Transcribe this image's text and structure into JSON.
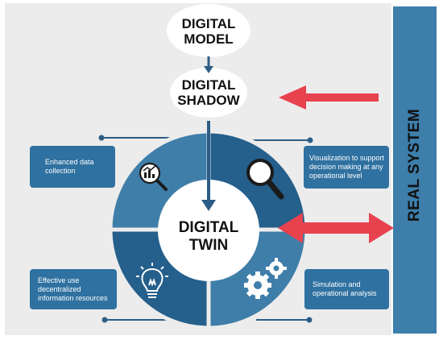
{
  "real_system": {
    "label": "REAL SYSTEM"
  },
  "stages": {
    "digital_model": {
      "line1": "DIGITAL",
      "line2": "MODEL"
    },
    "digital_shadow": {
      "line1": "DIGITAL",
      "line2": "SHADOW"
    },
    "digital_twin": {
      "line1": "DIGITAL",
      "line2": "TWIN"
    }
  },
  "boxes": {
    "top_left": "Enhanced data collection",
    "top_right": "Visualization to support decision making at any operational level",
    "bottom_left": "Effective use decentralized information resources",
    "bottom_right": "Simulation and operational analysis"
  },
  "icons": {
    "top_left": "magnifier-chart-icon",
    "top_right": "magnifying-glass-icon",
    "bottom_left": "lightbulb-icon",
    "bottom_right": "gears-icon"
  },
  "colors": {
    "quadrant_light": "#3f7ea9",
    "quadrant_dark": "#255f8c",
    "box": "#2f71a0",
    "arrow_red": "#e8424f",
    "connector": "#2c5d86",
    "real_system": "#3d7eab"
  }
}
